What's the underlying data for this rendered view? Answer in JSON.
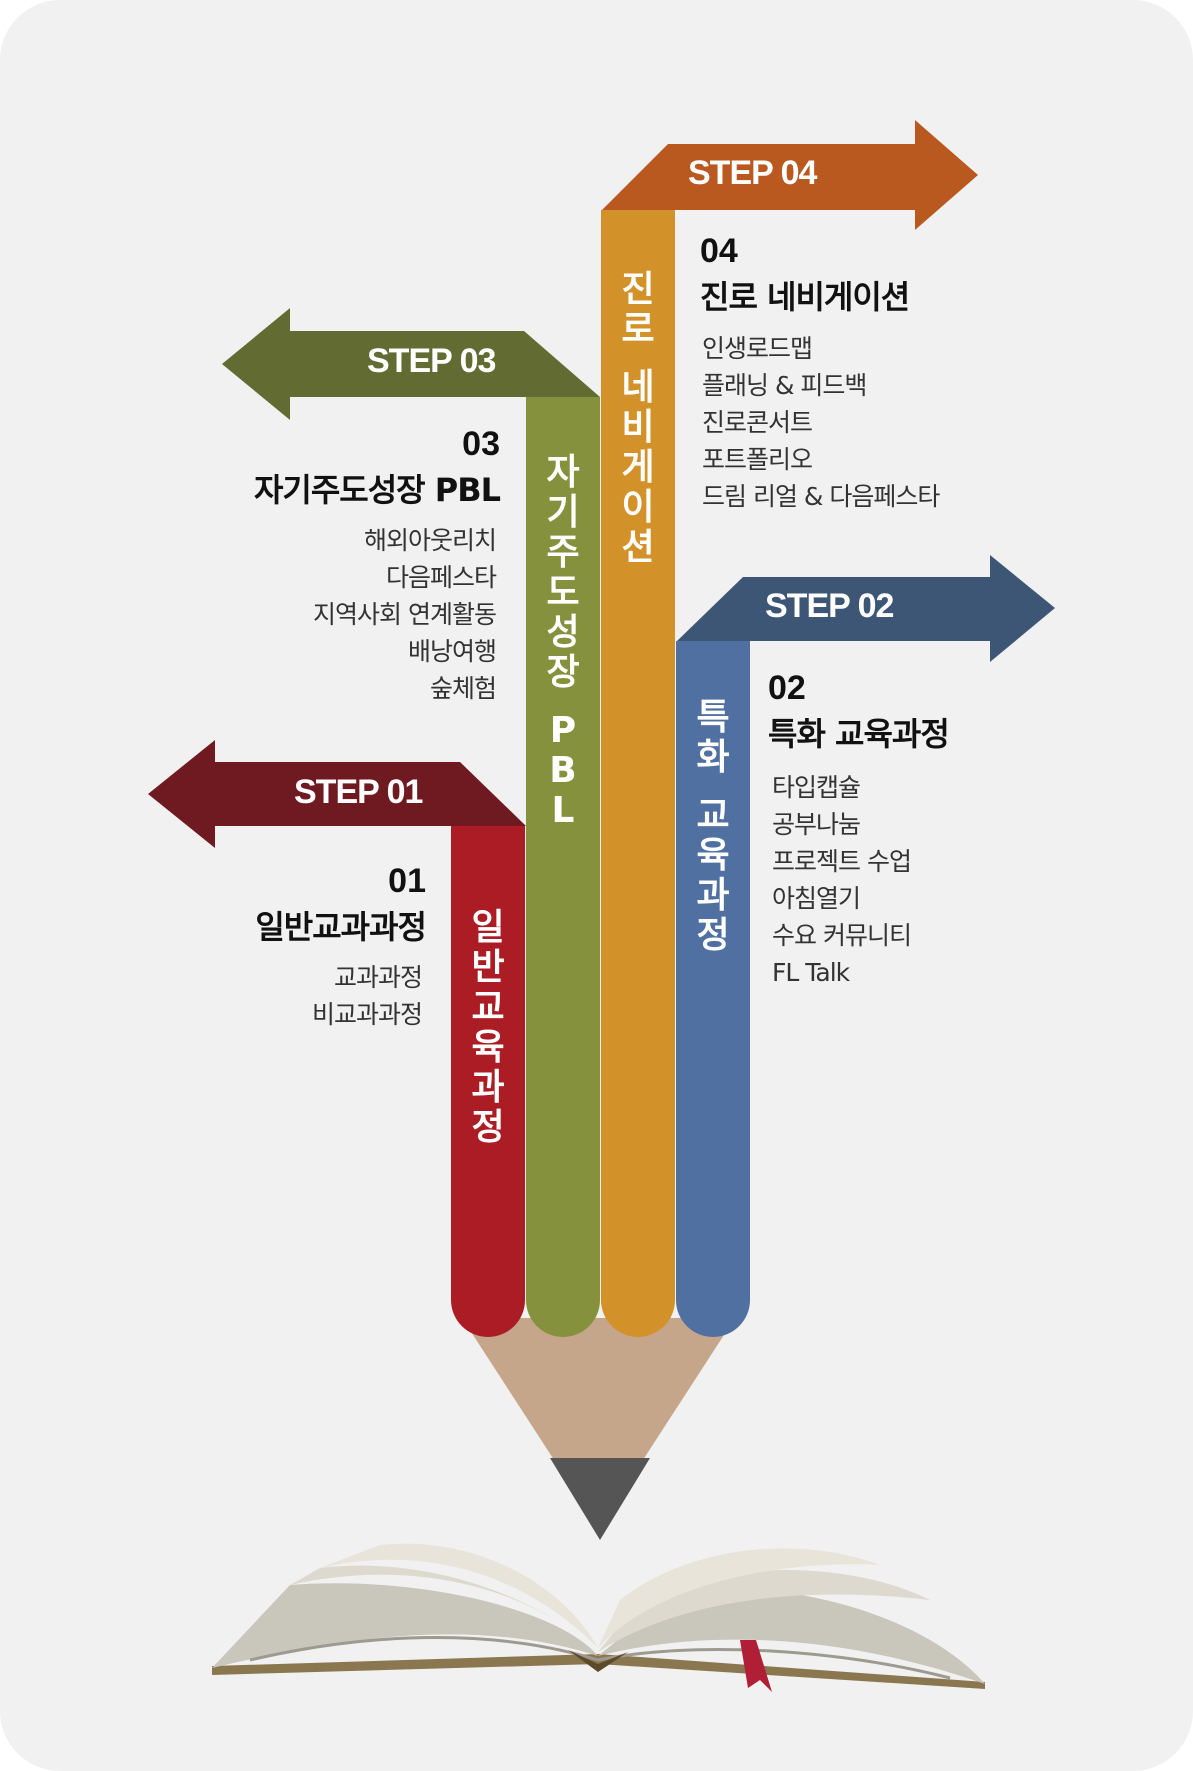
{
  "colors": {
    "step1_dark": "#6f1a20",
    "step1_stripe": "#ab1c24",
    "step2_dark": "#3d5675",
    "step2_stripe": "#4f70a1",
    "step3_dark": "#626b31",
    "step3_stripe": "#85913c",
    "step4_dark": "#b9581f",
    "step4_stripe": "#d3912a",
    "wood": "#c6a68b",
    "graphite": "#555555",
    "background": "#f1f1f1"
  },
  "steps": [
    {
      "tag": "STEP 01",
      "number": "01",
      "title": "일반교과과정",
      "vertical": "일반교육과정",
      "items": [
        "교과과정",
        "비교과과정"
      ]
    },
    {
      "tag": "STEP 02",
      "number": "02",
      "title": "특화 교육과정",
      "vertical": "특화 교육과정",
      "items": [
        "타입캡슐",
        "공부나눔",
        "프로젝트 수업",
        "아침열기",
        "수요 커뮤니티",
        "FL Talk"
      ]
    },
    {
      "tag": "STEP 03",
      "number": "03",
      "title": "자기주도성장 PBL",
      "vertical": "자기주도성장 PBL",
      "items": [
        "해외아웃리치",
        "다음페스타",
        "지역사회 연계활동",
        "배낭여행",
        "숲체험"
      ]
    },
    {
      "tag": "STEP 04",
      "number": "04",
      "title": "진로 네비게이션",
      "vertical": "진로 네비게이션",
      "items": [
        "인생로드맵",
        "플래닝 & 피드백",
        "진로콘서트",
        "포트폴리오",
        "드림 리얼 & 다음페스타"
      ]
    }
  ]
}
